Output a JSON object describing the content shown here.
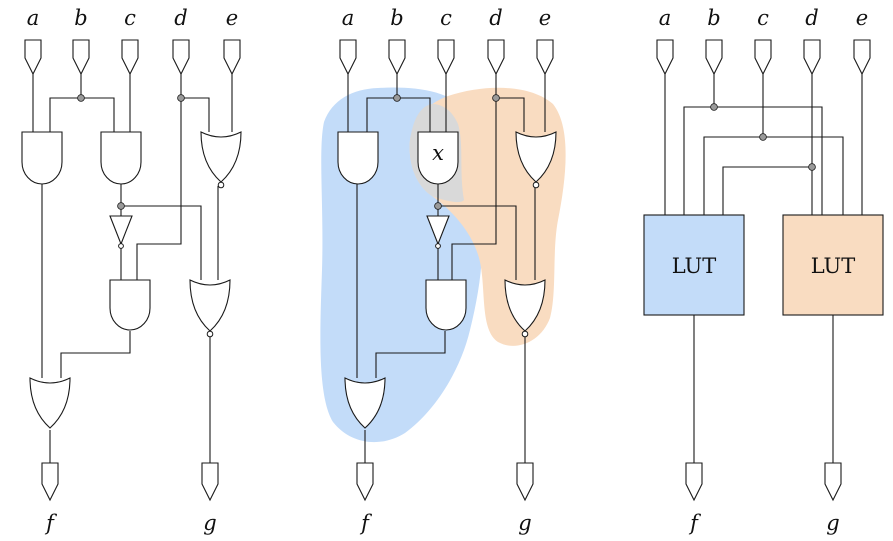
{
  "inputs": [
    "a",
    "b",
    "c",
    "d",
    "e"
  ],
  "outputs": [
    "f",
    "g"
  ],
  "gate_label": "x",
  "lut_label": "LUT",
  "colors": {
    "region_blue": "#c3dcf9",
    "region_orange": "#f9dcc1",
    "region_overlap": "#d9d9d9",
    "lut_blue": "#c3dcf9",
    "lut_orange": "#f9dcc1"
  }
}
